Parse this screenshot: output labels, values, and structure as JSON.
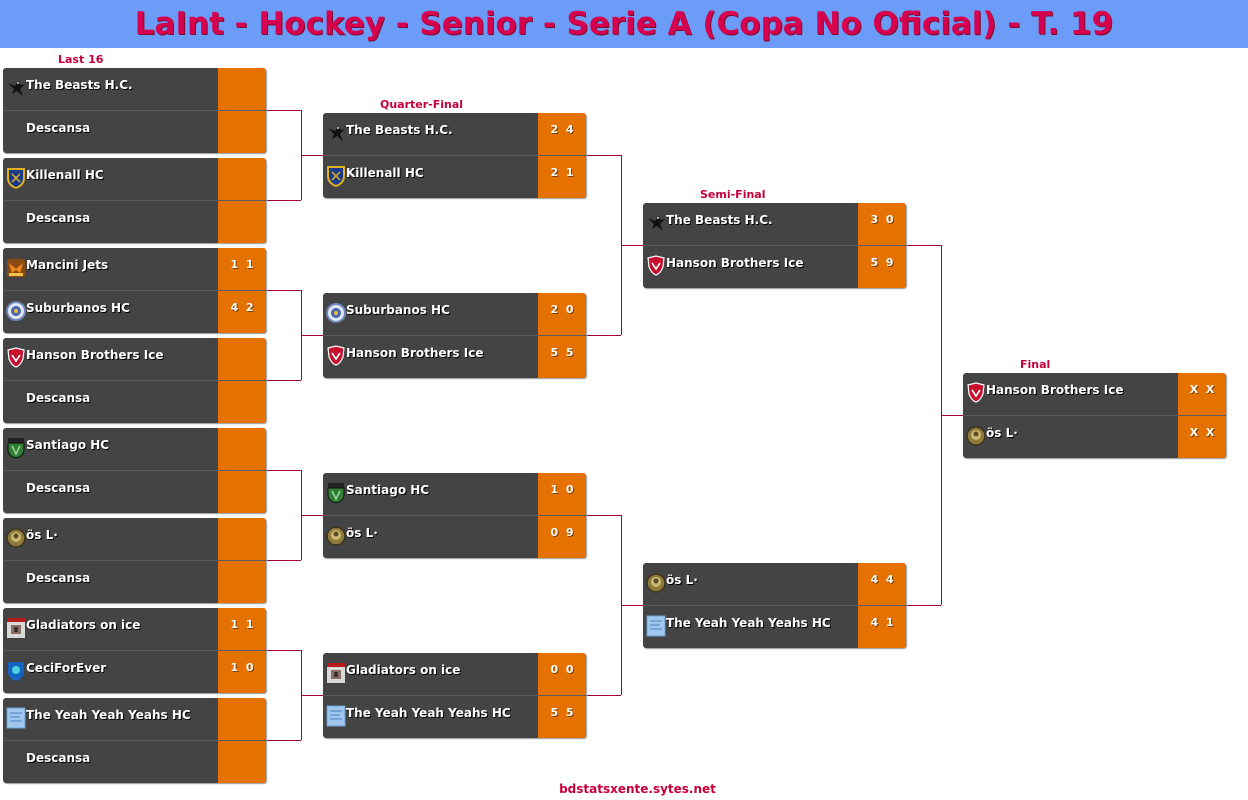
{
  "title": "LaInt - Hockey - Senior - Serie A (Copa No Oficial) - T. 19",
  "footer": "bdstatsxente.sytes.net",
  "colors": {
    "header_bg": "#6b9cf7",
    "title": "#d6004f",
    "panel": "#444444",
    "score_bg": "#e57200",
    "line": "#a8003a"
  },
  "rounds": [
    {
      "label": "Last 16",
      "matches": [
        {
          "teams": [
            {
              "name": "The Beasts H.C.",
              "logo": "eagle-icon",
              "score": ""
            },
            {
              "name": "Descansa",
              "logo": "",
              "score": ""
            }
          ]
        },
        {
          "teams": [
            {
              "name": "Killenall HC",
              "logo": "shield-icon",
              "score": ""
            },
            {
              "name": "Descansa",
              "logo": "",
              "score": ""
            }
          ]
        },
        {
          "teams": [
            {
              "name": "Mancini Jets",
              "logo": "jets-logo-icon",
              "score": "1  1"
            },
            {
              "name": "Suburbanos HC",
              "logo": "round-badge-icon",
              "score": "4  2"
            }
          ]
        },
        {
          "teams": [
            {
              "name": "Hanson Brothers Ice",
              "logo": "red-crest-icon",
              "score": ""
            },
            {
              "name": "Descansa",
              "logo": "",
              "score": ""
            }
          ]
        },
        {
          "teams": [
            {
              "name": "Santiago HC",
              "logo": "green-crest-icon",
              "score": ""
            },
            {
              "name": "Descansa",
              "logo": "",
              "score": ""
            }
          ]
        },
        {
          "teams": [
            {
              "name": "ös          L·",
              "logo": "gold-coin-icon",
              "score": ""
            },
            {
              "name": "Descansa",
              "logo": "",
              "score": ""
            }
          ]
        },
        {
          "teams": [
            {
              "name": "Gladiators on ice",
              "logo": "gladiator-icon",
              "score": "1  1"
            },
            {
              "name": "CeciForEver",
              "logo": "blue-badge-icon",
              "score": "1  0"
            }
          ]
        },
        {
          "teams": [
            {
              "name": "The Yeah Yeah Yeahs HC",
              "logo": "light-blue-icon",
              "score": ""
            },
            {
              "name": "Descansa",
              "logo": "",
              "score": ""
            }
          ]
        }
      ]
    },
    {
      "label": "Quarter-Final",
      "matches": [
        {
          "teams": [
            {
              "name": "The Beasts H.C.",
              "logo": "eagle-icon",
              "score": "2  4"
            },
            {
              "name": "Killenall HC",
              "logo": "shield-icon",
              "score": "2  1"
            }
          ]
        },
        {
          "teams": [
            {
              "name": "Suburbanos HC",
              "logo": "round-badge-icon",
              "score": "2  0"
            },
            {
              "name": "Hanson Brothers Ice",
              "logo": "red-crest-icon",
              "score": "5  5"
            }
          ]
        },
        {
          "teams": [
            {
              "name": "Santiago HC",
              "logo": "green-crest-icon",
              "score": "1  0"
            },
            {
              "name": "ös          L·",
              "logo": "gold-coin-icon",
              "score": "0  9"
            }
          ]
        },
        {
          "teams": [
            {
              "name": "Gladiators on ice",
              "logo": "gladiator-icon",
              "score": "0  0"
            },
            {
              "name": "The Yeah Yeah Yeahs HC",
              "logo": "light-blue-icon",
              "score": "5  5"
            }
          ]
        }
      ]
    },
    {
      "label": "Semi-Final",
      "matches": [
        {
          "teams": [
            {
              "name": "The Beasts H.C.",
              "logo": "eagle-icon",
              "score": "3  0"
            },
            {
              "name": "Hanson Brothers Ice",
              "logo": "red-crest-icon",
              "score": "5  9"
            }
          ]
        },
        {
          "teams": [
            {
              "name": "ös          L·",
              "logo": "gold-coin-icon",
              "score": "4  4"
            },
            {
              "name": "The Yeah Yeah Yeahs HC",
              "logo": "light-blue-icon",
              "score": "4  1"
            }
          ]
        }
      ]
    },
    {
      "label": "Final",
      "matches": [
        {
          "teams": [
            {
              "name": "Hanson Brothers Ice",
              "logo": "red-crest-icon",
              "score": "X  X"
            },
            {
              "name": "ös          L·",
              "logo": "gold-coin-icon",
              "score": "X  X"
            }
          ]
        }
      ]
    }
  ]
}
